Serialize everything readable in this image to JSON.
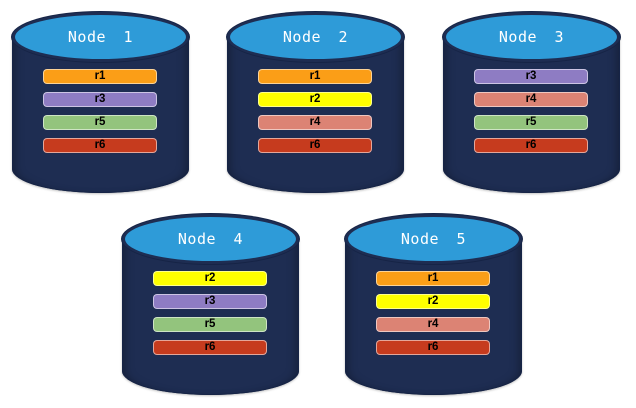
{
  "colors": {
    "page_bg": "#ffffff",
    "cylinder_body": "#1E2D52",
    "cylinder_edge": "#162446",
    "cylinder_top": "#2E9BD8",
    "node_label_text": "#ffffff",
    "bar_text": "#000000"
  },
  "replica_colors": {
    "r1": "#FB9E17",
    "r2": "#FFFF00",
    "r3": "#8E7CC3",
    "r4": "#DC8374",
    "r5": "#93C47D",
    "r6": "#C63B1E"
  },
  "nodes": [
    {
      "label": "Node 1",
      "replicas": [
        "r1",
        "r3",
        "r5",
        "r6"
      ]
    },
    {
      "label": "Node 2",
      "replicas": [
        "r1",
        "r2",
        "r4",
        "r6"
      ]
    },
    {
      "label": "Node 3",
      "replicas": [
        "r3",
        "r4",
        "r5",
        "r6"
      ]
    },
    {
      "label": "Node 4",
      "replicas": [
        "r2",
        "r3",
        "r5",
        "r6"
      ]
    },
    {
      "label": "Node 5",
      "replicas": [
        "r1",
        "r2",
        "r4",
        "r6"
      ]
    }
  ]
}
